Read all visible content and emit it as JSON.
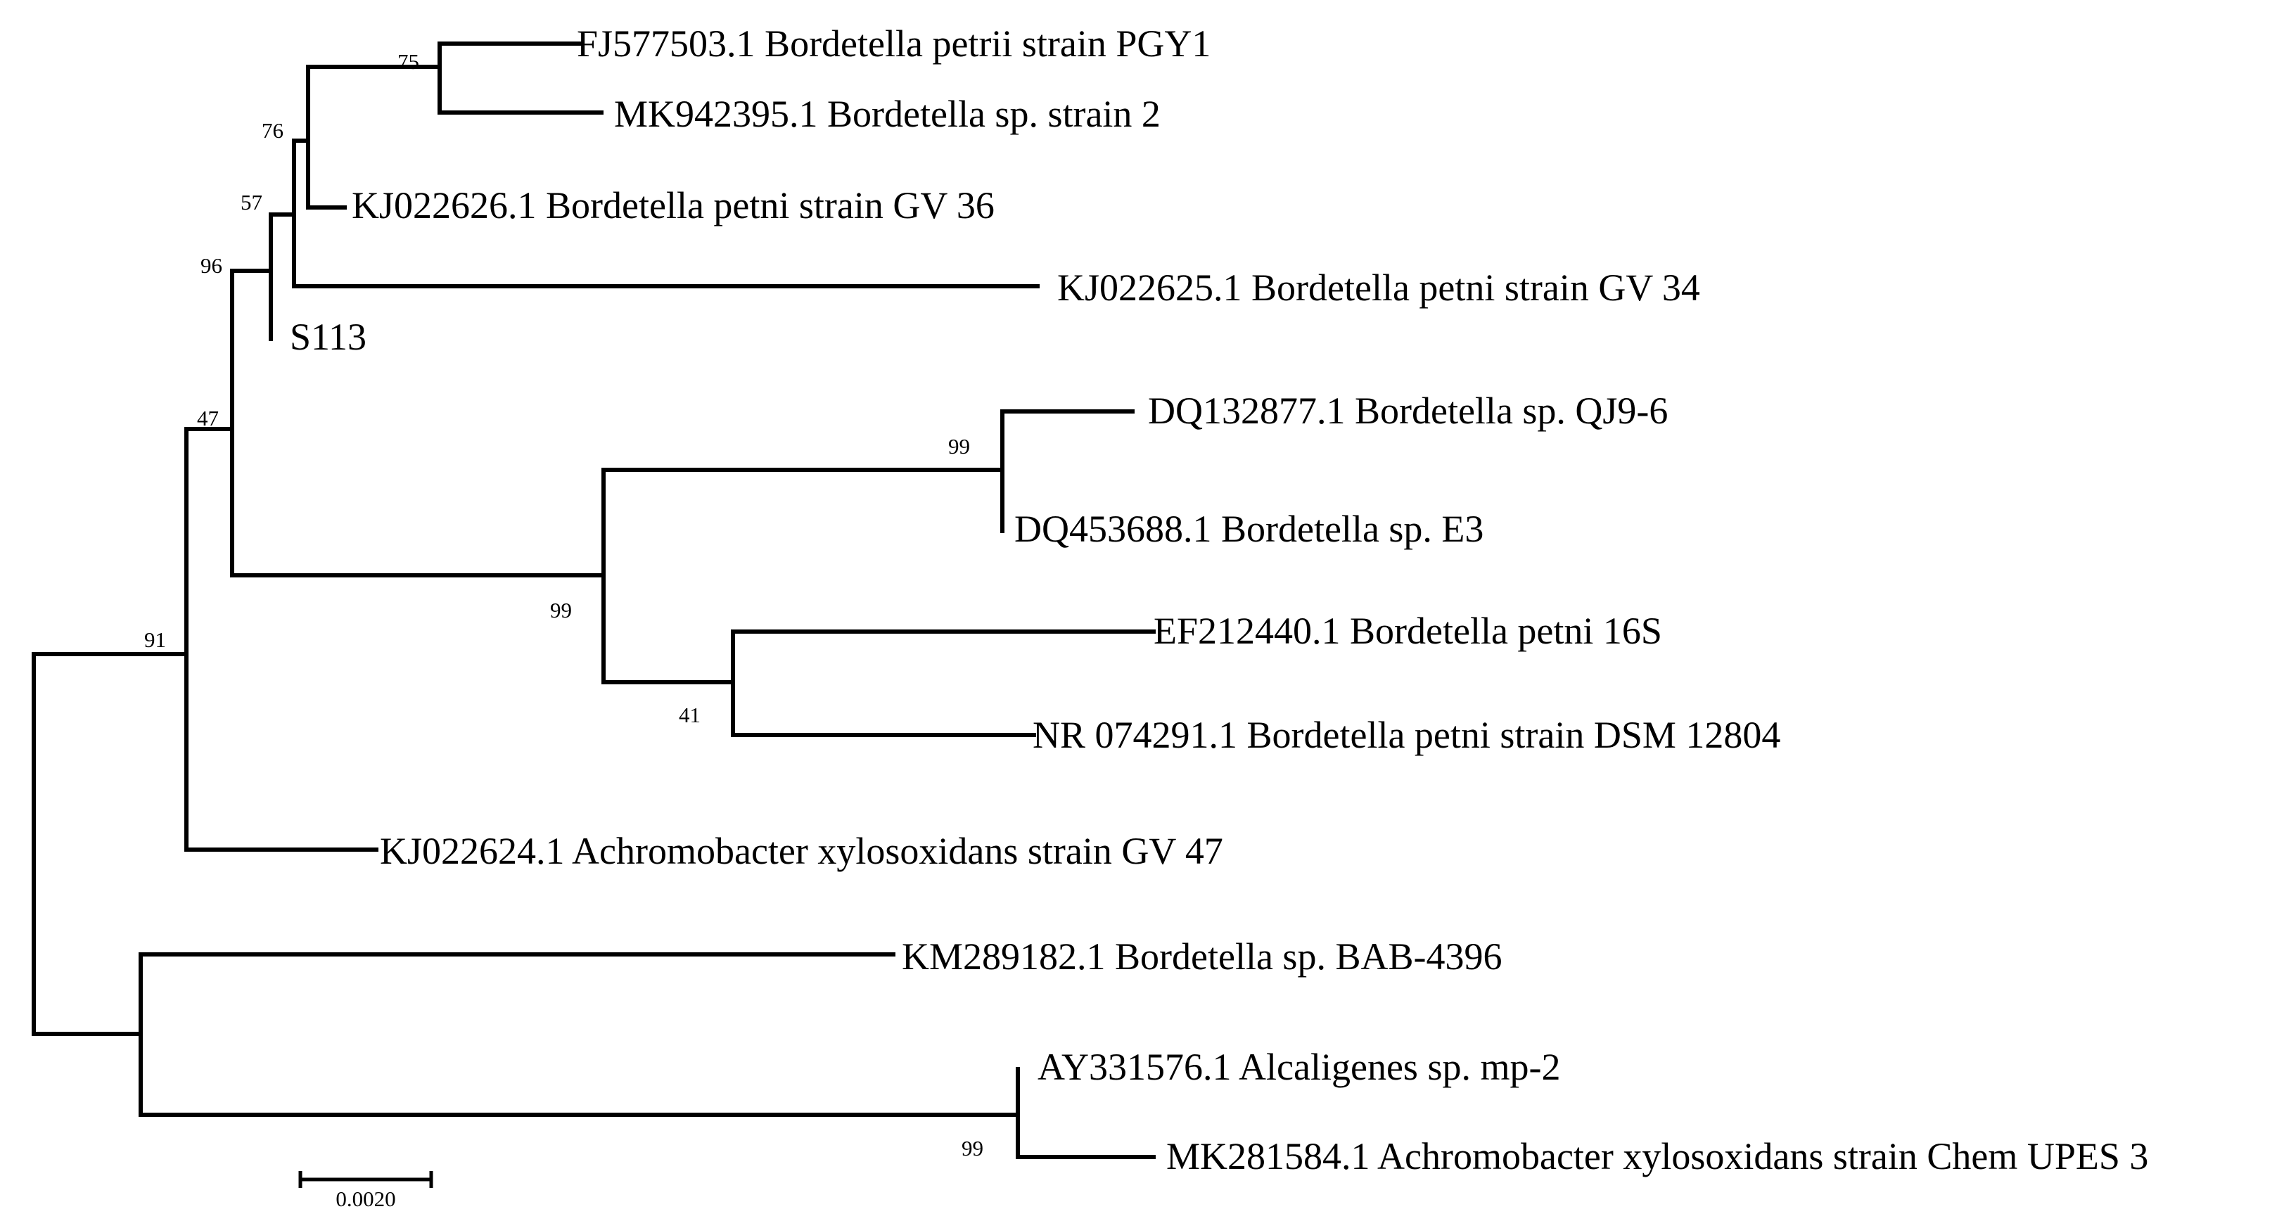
{
  "tree": {
    "taxa": {
      "t1": "FJ577503.1 Bordetella petrii strain PGY1",
      "t2": "MK942395.1 Bordetella sp. strain 2",
      "t3": "KJ022626.1 Bordetella petni strain GV 36",
      "t4": "KJ022625.1 Bordetella petni strain GV 34",
      "t5": "S113",
      "t6": "DQ132877.1 Bordetella sp. QJ9-6",
      "t7": "DQ453688.1 Bordetella sp. E3",
      "t8": "EF212440.1 Bordetella petni 16S",
      "t9": "NR 074291.1 Bordetella petni strain DSM 12804",
      "t10": "KJ022624.1 Achromobacter xylosoxidans strain GV 47",
      "t11": "KM289182.1 Bordetella sp. BAB-4396",
      "t12": "AY331576.1 Alcaligenes sp. mp-2",
      "t13": "MK281584.1 Achromobacter xylosoxidans strain Chem UPES 3"
    },
    "bootstrap": {
      "n75": "75",
      "n76": "76",
      "n57": "57",
      "n96": "96",
      "n47": "47",
      "n99a": "99",
      "n99b": "99",
      "n41": "41",
      "n91": "91",
      "n99c": "99"
    },
    "scale_bar": "0.0020"
  }
}
